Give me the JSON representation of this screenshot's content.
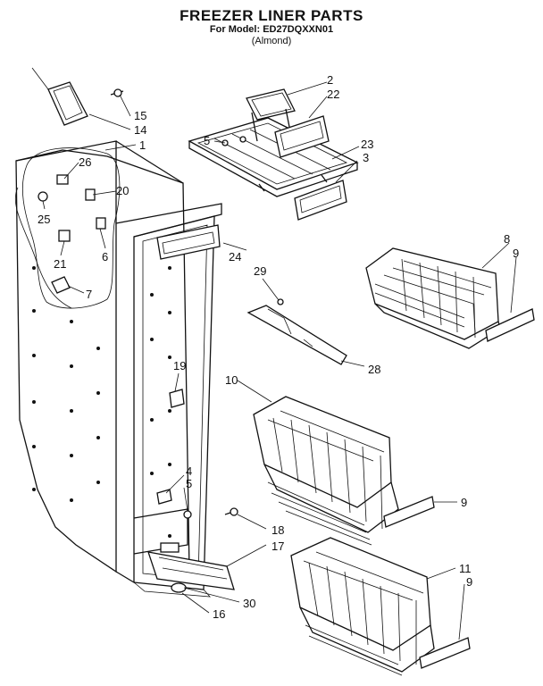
{
  "header": {
    "title": "FREEZER LINER PARTS",
    "model_line": "For Model: ED27DQXXN01",
    "color_line": "(Almond)"
  },
  "callouts": {
    "c1": "1",
    "c2": "2",
    "c3": "3",
    "c4": "4",
    "c5a": "5",
    "c5b": "5",
    "c6": "6",
    "c7": "7",
    "c8": "8",
    "c9a": "9",
    "c9b": "9",
    "c9c": "9",
    "c10": "10",
    "c11": "11",
    "c14": "14",
    "c15": "15",
    "c16": "16",
    "c17": "17",
    "c18": "18",
    "c19": "19",
    "c20": "20",
    "c21": "21",
    "c22": "22",
    "c23": "23",
    "c24": "24",
    "c25": "25",
    "c26": "26",
    "c28": "28",
    "c29": "29",
    "c30": "30"
  }
}
